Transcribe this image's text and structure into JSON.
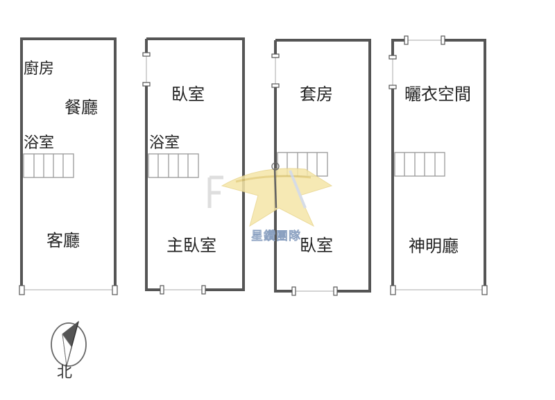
{
  "floors": [
    {
      "id": "floor-1",
      "rooms": [
        "廚房",
        "餐廳",
        "浴室",
        "客廳"
      ]
    },
    {
      "id": "floor-2",
      "rooms": [
        "臥室",
        "浴室",
        "主臥室"
      ]
    },
    {
      "id": "floor-3",
      "rooms": [
        "套房",
        "臥室"
      ]
    },
    {
      "id": "floor-4",
      "rooms": [
        "曬衣空間",
        "神明廳"
      ]
    }
  ],
  "compass": {
    "label": "北"
  },
  "watermark": {
    "text": "星鑽團隊"
  },
  "colors": {
    "wall": "#555555",
    "window": "#888888",
    "stair": "#999999",
    "star": "#f5e6a8"
  }
}
